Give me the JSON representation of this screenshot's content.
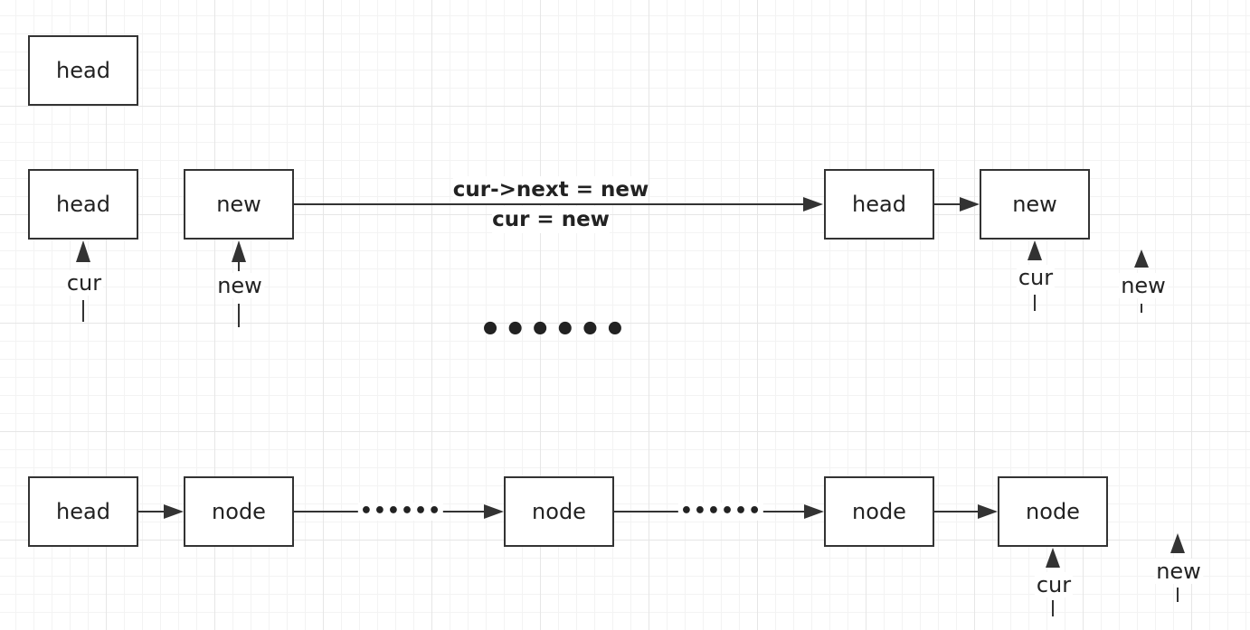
{
  "diagram": {
    "step1": {
      "head_label": "head"
    },
    "step2": {
      "head_label": "head",
      "new_label": "new",
      "cur_pointer": "cur",
      "new_pointer": "new",
      "code_line1": "cur->next = new",
      "code_line2": "cur = new",
      "result_head_label": "head",
      "result_new_label": "new",
      "result_cur_pointer": "cur",
      "result_new_pointer": "new"
    },
    "ellipsis": "••••••",
    "final": {
      "head_label": "head",
      "node1_label": "node",
      "gap1": "••••••",
      "node2_label": "node",
      "gap2": "••••••",
      "node3_label": "node",
      "node4_label": "node",
      "cur_pointer": "cur",
      "new_pointer": "new"
    }
  }
}
